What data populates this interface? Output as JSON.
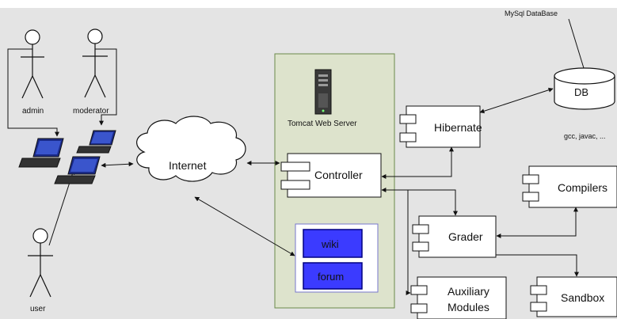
{
  "labels": {
    "mysql": "MySql DataBase",
    "db": "DB",
    "tomcat": "Tomcat Web Server",
    "internet": "Internet",
    "compilers_note": "gcc, javac, ..."
  },
  "actors": {
    "admin": "admin",
    "moderator": "moderator",
    "user": "user"
  },
  "components": {
    "hibernate": "Hibernate",
    "controller": "Controller",
    "compilers": "Compilers",
    "grader": "Grader",
    "sandbox": "Sandbox",
    "auxiliary_line1": "Auxiliary",
    "auxiliary_line2": "Modules"
  },
  "web_apps": {
    "wiki": "wiki",
    "forum": "forum"
  },
  "colors": {
    "background": "#e4e4e4",
    "server_panel": "#dde3cc",
    "server_border": "#6a8a4a",
    "web_app": "#3b3bff",
    "web_app_border": "#000080",
    "box_border": "#000000"
  }
}
